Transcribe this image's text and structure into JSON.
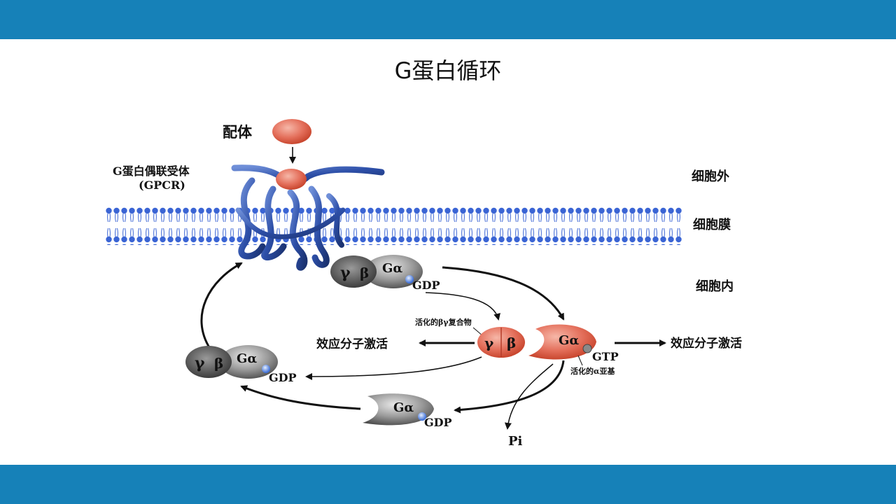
{
  "slide": {
    "title": "G蛋白循环"
  },
  "diagram": {
    "ligand": "配体",
    "receptor_line1": "G蛋白偶联受体",
    "receptor_line2": "(GPCR)",
    "extracellular": "细胞外",
    "membrane": "细胞膜",
    "intracellular": "细胞内",
    "gamma": "γ",
    "beta": "β",
    "galpha": "Gα",
    "gdp": "GDP",
    "gtp": "GTP",
    "pi": "Pi",
    "activated_bg": "活化的βγ复合物",
    "activated_alpha": "活化的α亚基",
    "effector_left": "效应分子激活",
    "effector_right": "效应分子激活",
    "colors": {
      "band": "#1681b8",
      "membrane": "#2f5fd0",
      "receptor": "#2d4fa8",
      "active": "#e0604e",
      "inactive": "#6e6e6e"
    }
  }
}
